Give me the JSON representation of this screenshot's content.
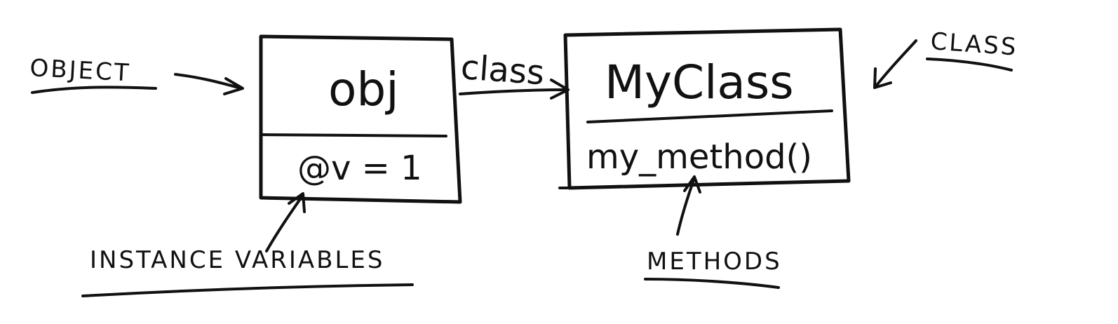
{
  "labels": {
    "object": "OBJECT",
    "class": "CLASS",
    "instance_variables": "INSTANCE VARIABLES",
    "methods": "METHODS"
  },
  "object_box": {
    "name": "obj",
    "instance_variable": "@v = 1"
  },
  "class_box": {
    "name": "MyClass",
    "method": "my_method()"
  },
  "link_label": "class",
  "colors": {
    "ink": "#111111",
    "background": "#ffffff"
  }
}
